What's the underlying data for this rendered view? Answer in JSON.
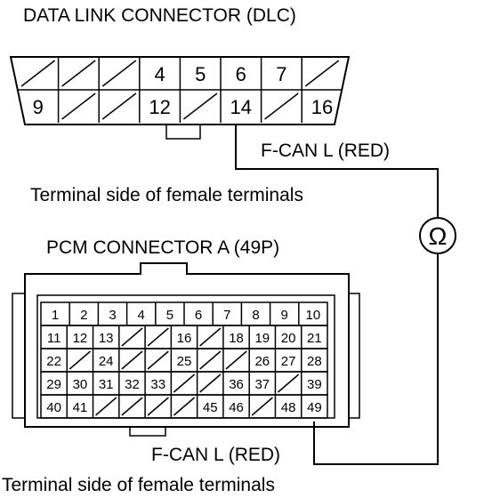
{
  "labels": {
    "dlc_title": "DATA LINK CONNECTOR (DLC)",
    "dlc_wire": "F-CAN L (RED)",
    "dlc_side": "Terminal side of female terminals",
    "pcm_title": "PCM CONNECTOR A (49P)",
    "pcm_wire": "F-CAN L (RED)",
    "pcm_side": "Terminal side of female terminals",
    "meter_symbol": "Ω"
  },
  "dlc": {
    "top_row": [
      "",
      "",
      "",
      "4",
      "5",
      "6",
      "7",
      ""
    ],
    "bottom_row": [
      "9",
      "",
      "",
      "12",
      "",
      "14",
      "",
      "16"
    ],
    "probe_terminal": "14"
  },
  "pcm": {
    "rows": [
      [
        "1",
        "2",
        "3",
        "4",
        "5",
        "6",
        "7",
        "8",
        "9",
        "10"
      ],
      [
        "11",
        "12",
        "13",
        "",
        "",
        "16",
        "",
        "18",
        "19",
        "20",
        "21"
      ],
      [
        "22",
        "",
        "24",
        "",
        "",
        "25",
        "",
        "",
        "26",
        "27",
        "28"
      ],
      [
        "29",
        "30",
        "31",
        "32",
        "33",
        "",
        "",
        "36",
        "37",
        "",
        "39"
      ],
      [
        "40",
        "41",
        "",
        "",
        "",
        "",
        "45",
        "46",
        "",
        "48",
        "49"
      ]
    ],
    "probe_terminal": "49"
  }
}
